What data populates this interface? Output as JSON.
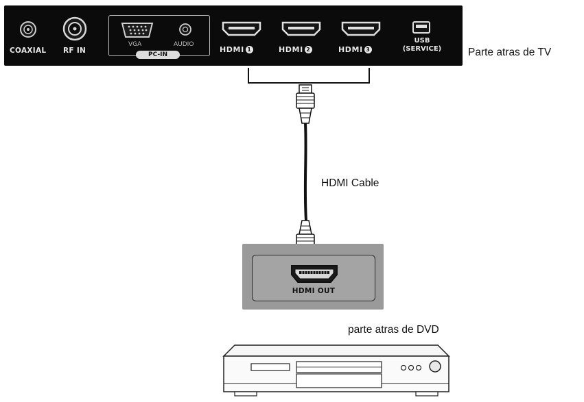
{
  "tv_panel": {
    "caption": "Parte atras de TV",
    "ports": {
      "coaxial": "COAXIAL",
      "rf_in": "RF IN",
      "vga": "VGA",
      "audio": "AUDIO",
      "pc_in": "PC-IN",
      "hdmi1": {
        "label": "HDMI",
        "number": "1"
      },
      "hdmi2": {
        "label": "HDMI",
        "number": "2"
      },
      "hdmi3": {
        "label": "HDMI",
        "number": "3"
      },
      "usb": "USB",
      "usb_service": "(SERVICE)"
    }
  },
  "cable": {
    "label": "HDMI Cable"
  },
  "dvd": {
    "port_label": "HDMI OUT",
    "caption": "parte atras de DVD"
  }
}
